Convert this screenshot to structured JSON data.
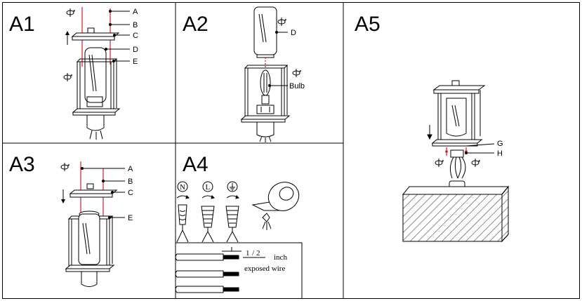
{
  "panels": {
    "a1": {
      "title": "A1",
      "labels": {
        "a": "A",
        "b": "B",
        "c": "C",
        "d": "D",
        "e": "E"
      }
    },
    "a2": {
      "title": "A2",
      "labels": {
        "d": "D",
        "bulb": "Bulb"
      }
    },
    "a3": {
      "title": "A3",
      "labels": {
        "a": "A",
        "b": "B",
        "c": "C",
        "e": "E"
      }
    },
    "a4": {
      "title": "A4",
      "symbols": {
        "neutral": "N",
        "line": "L"
      },
      "fraction": {
        "numerator": "1",
        "denominator": "2"
      },
      "unit": "inch",
      "caption": "exposed wire"
    },
    "a5": {
      "title": "A5",
      "labels": {
        "g": "G",
        "h": "H"
      }
    }
  },
  "colors": {
    "ink": "#000000",
    "red": "#d21f26",
    "hatch": "#444444",
    "shade": "#bfbfbf"
  },
  "icons": [
    "rotate-icon",
    "arrow-up-icon",
    "arrow-down-icon",
    "ground-icon",
    "tape-roll-icon",
    "wire-nut-icon"
  ]
}
